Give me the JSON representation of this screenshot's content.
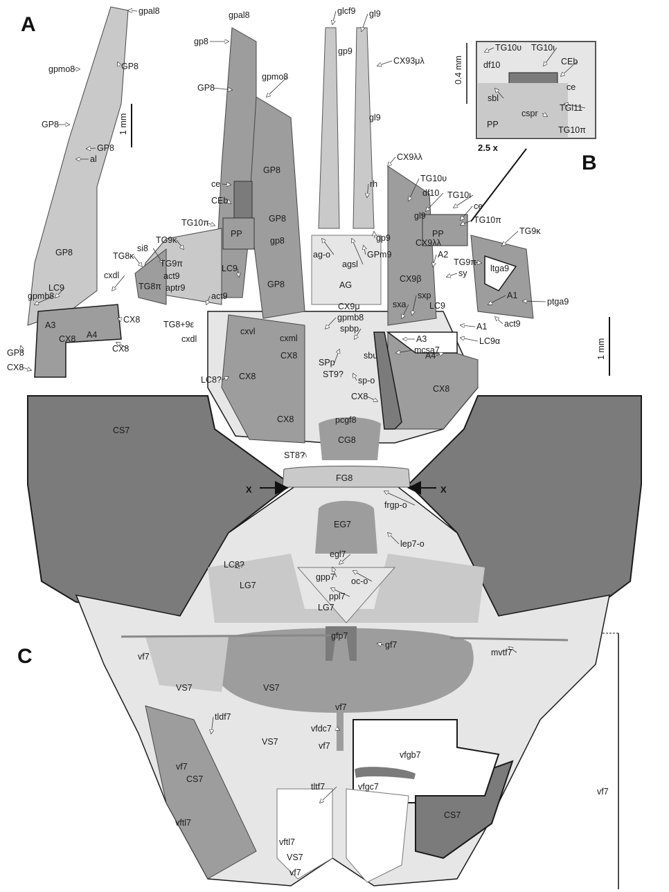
{
  "panels": {
    "A": "A",
    "B": "B",
    "C": "C"
  },
  "scales": {
    "a": "1 mm",
    "b": "0.4 mm",
    "c": "1 mm",
    "zoom": "2.5 x"
  },
  "markers": {
    "x_left": "X",
    "x_right": "X"
  },
  "colors": {
    "dark": "#7b7b7b",
    "mid": "#9d9d9d",
    "light": "#c9c9c9",
    "pale": "#e6e6e6",
    "outline": "#1a1a1a"
  },
  "labels": {
    "gpal8_a": "gpal8",
    "gpmo8_a": "gpmo8",
    "GP8_a1": "GP8",
    "GP8_a2": "GP8",
    "GP8_a3": "GP8",
    "al": "al",
    "GP8_a4": "GP8",
    "LC9_a": "LC9",
    "gpmb8": "gpmb8",
    "cxdl_a": "cxdl",
    "A3_a": "A3",
    "CX8_a1": "CX8",
    "A4_a": "A4",
    "CX8_a2": "CX8",
    "CX8_a3": "CX8",
    "GP8_a5": "GP8",
    "CX8_a4": "CX8",
    "gpal8_c": "gpal8",
    "gp8_c1": "gp8",
    "GP8_c1": "GP8",
    "gpmo8_c": "gpmo8",
    "GP8_c2": "GP8",
    "ce_c1": "ce",
    "CEb_c1": "CEb",
    "GP8_c3": "GP8",
    "gp8_c2": "gp8",
    "PP_c1": "PP",
    "TG10pi_c1": "TG10π",
    "TG9k_c1": "TG9κ",
    "si8": "si8",
    "TG8k": "TG8κ",
    "TG9pi_c1": "TG9π",
    "act9_c1": "act9",
    "TG8pi": "TG8π",
    "aptr9": "aptr9",
    "act9_c2": "act9",
    "LC9_c1": "LC9",
    "GP8_c4": "GP8",
    "TG8_9e": "TG8+9ε",
    "cxdl_c": "cxdl",
    "cxvl": "cxvl",
    "cxml": "cxml",
    "CX8_c1": "CX8",
    "CX8_c2": "CX8",
    "CX8_c3": "CX8",
    "LC8_c1": "LC8?",
    "glcf9": "glcf9",
    "gl9_1": "gl9",
    "gp9_1": "gp9",
    "CX93ml": "CX93μλ",
    "gl9_2": "gl9",
    "CX9ll_1": "CX9λλ",
    "rh": "rh",
    "gp9_2": "gp9",
    "GPm9": "GPm9",
    "agsl": "agsl",
    "ag_o": "ag-o",
    "AG": "AG",
    "gl9_3": "gl9",
    "CX9ll_2": "CX9λλ",
    "CX9b": "CX9β",
    "CX9m": "CX9μ",
    "gpmb8_c": "gpmb8",
    "spbp": "spbp",
    "sbu": "sbu",
    "SPp": "SPp",
    "ST9q": "ST9?",
    "sp_o": "sp-o",
    "TG10u_c": "TG10υ",
    "df10_c": "df10",
    "TG10i_c": "TG10ι",
    "ce_c2": "ce",
    "TG10pi_c2": "TG10π",
    "PP_c2": "PP",
    "TG9k_c2": "TG9κ",
    "TG9pi_c2": "TG9π",
    "ltga9": "ltga9",
    "A2": "A2",
    "sy": "sy",
    "sxa": "sxa",
    "sxp": "sxp",
    "LC9_c2": "LC9",
    "A1_1": "A1",
    "A1_2": "A1",
    "ptga9": "ptga9",
    "act9_c3": "act9",
    "LC9a": "LC9α",
    "A3_c": "A3",
    "mcsa7": "mcsa7",
    "A4_c": "A4",
    "CX8_c4": "CX8",
    "CX8_c5": "CX8",
    "pcgf8": "pcgf8",
    "CG8": "CG8",
    "ST8q": "ST8?",
    "FG8": "FG8",
    "frgp_o": "frgp-o",
    "CS7_1": "CS7",
    "EG7": "EG7",
    "lep7_o": "lep7-o",
    "egl7": "egl7",
    "gpp7": "gpp7",
    "oc_o": "oc-o",
    "ppl7": "ppl7",
    "LC8_c2": "LC8?",
    "LG7_1": "LG7",
    "LG7_2": "LG7",
    "gfp7": "gfp7",
    "gf7": "gf7",
    "mvtf7": "mvtf7",
    "vf7_1": "vf7",
    "VS7_1": "VS7",
    "VS7_2": "VS7",
    "vf7_2": "vf7",
    "tldf7": "tldf7",
    "vfdc7": "vfdc7",
    "vf7_3": "vf7",
    "CS7_2": "CS7",
    "VS7_3": "VS7",
    "vf7_4": "vf7",
    "vftl7_1": "vftl7",
    "tltf7": "tltf7",
    "vfgb7": "vfgb7",
    "vfgc7": "vfgc7",
    "CS7_3": "CS7",
    "vftl7_2": "vftl7",
    "VS7_4": "VS7",
    "vf7_5": "vf7",
    "vf7_6": "vf7",
    "TG10u_b": "TG10υ",
    "TG10i_b": "TG10ι",
    "df10_b": "df10",
    "CEb_b": "CEb",
    "ce_b": "ce",
    "sbl": "sbl",
    "cspr": "cspr",
    "TGl11": "TGl11",
    "PP_b": "PP",
    "TG10pi_b": "TG10π"
  }
}
